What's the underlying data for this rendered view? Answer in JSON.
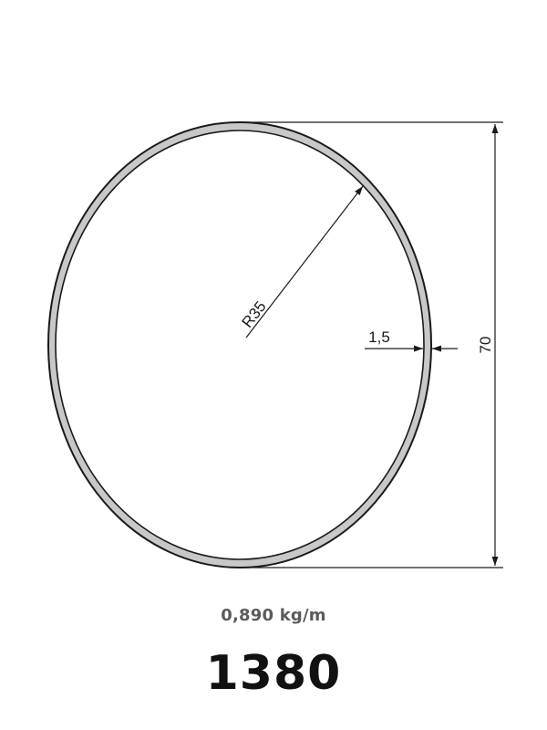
{
  "drawing": {
    "radius_label": "R35",
    "wall_label": "1,5",
    "height_label": "70",
    "outline_color": "#1a1a1a",
    "wall_fill_color": "#c8c8c8"
  },
  "product": {
    "weight": "0,890 kg/m",
    "code": "1380"
  }
}
